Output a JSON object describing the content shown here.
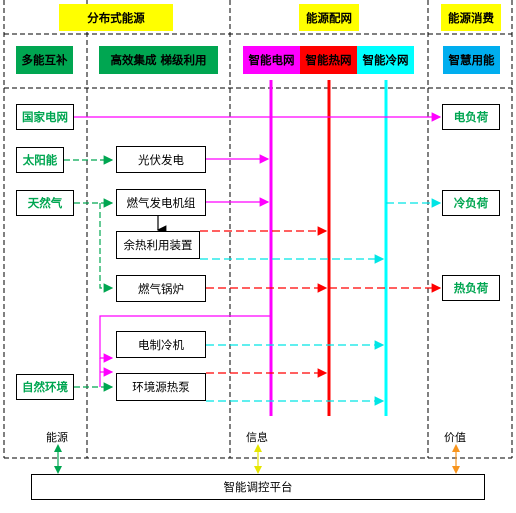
{
  "headers": {
    "distributed_energy": "分布式能源",
    "energy_network": "能源配网",
    "energy_consumption": "能源消费"
  },
  "subheaders": {
    "multi_energy": "多能互补",
    "cascade": "高效集成  梯级利用",
    "smart_grid": "智能电网",
    "smart_heat": "智能热网",
    "smart_cold": "智能冷网",
    "smart_use": "智慧用能"
  },
  "sources": {
    "grid": "国家电网",
    "solar": "太阳能",
    "gas": "天然气",
    "env": "自然环境"
  },
  "processes": {
    "pv": "光伏发电",
    "gas_gen": "燃气发电机组",
    "waste_heat": "余热利用装置",
    "boiler": "燃气锅炉",
    "chiller": "电制冷机",
    "heat_pump": "环境源热泵"
  },
  "loads": {
    "electric": "电负荷",
    "cold": "冷负荷",
    "heat": "热负荷"
  },
  "bottom_labels": {
    "energy": "能源",
    "info": "信息",
    "value": "价值"
  },
  "platform": "智能调控平台",
  "colors": {
    "header_yellow": "#ffff00",
    "green": "#00a651",
    "electric": "#ff00ff",
    "heat": "#ff0000",
    "cold": "#00ffff",
    "smart_use": "#00aeef"
  }
}
